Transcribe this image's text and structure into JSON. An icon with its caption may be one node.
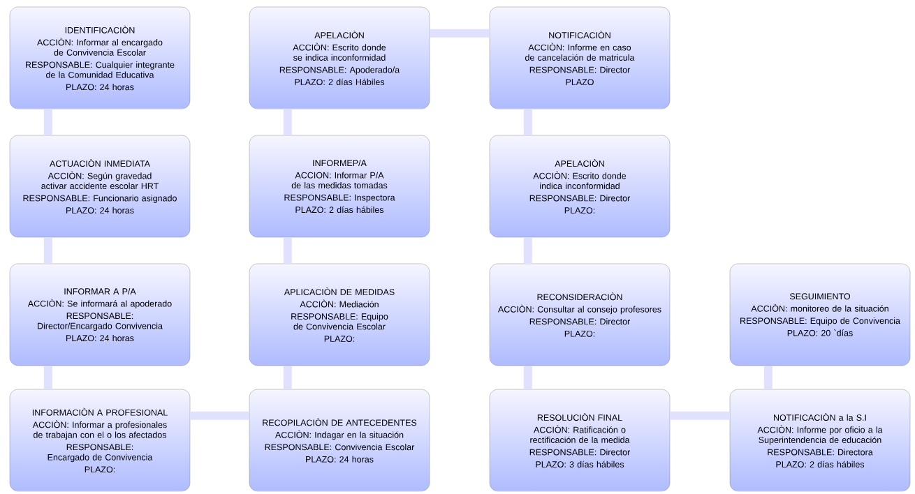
{
  "diagram": {
    "nodes": [
      {
        "text": [
          "IDENTIFICACIÒN",
          "ACCIÒN: Informar al encargado de Convivencia Escolar",
          "RESPONSABLE: Cualquier integrante de la Comunidad Educativa",
          "PLAZO: 24 horas"
        ]
      },
      {
        "text": [
          "ACTUACIÒN INMEDIATA",
          "ACCIÒN: Según gravedad activar accidente escolar HRT",
          "RESPONSABLE: Funcionario asignado",
          "PLAZO: 24 horas"
        ]
      },
      {
        "text": [
          "INFORMAR A P/A",
          "ACCIÒN: Se informará al apoderado",
          "RESPONSABLE: Director/Encargado Convivencia",
          "PLAZO: 24 horas"
        ]
      },
      {
        "text": [
          "INFORMACIÒN A PROFESIONAL",
          "ACCIÒN: Informar a profesionales de trabajan con el o los afectados",
          "RESPONSABLE: Encargado de Convivencia",
          "PLAZO:"
        ]
      },
      {
        "text": [
          "APELACIÒN",
          "ACCIÒN: Escrito donde se indica inconformidad",
          "RESPONSABLE: Apoderado/a",
          "PLAZO: 2 días Hábiles"
        ]
      },
      {
        "text": [
          "INFORMEP/A",
          "ACCION: Informar P/A de las medidas tomadas",
          "RESPONSABLE: Inspectora",
          "PLAZO: 2 días hábiles"
        ]
      },
      {
        "text": [
          "APLICACIÒN DE MEDIDAS",
          "ACCIÒN: Mediación",
          "RESPONSABLE: Equipo de Convivencia Escolar",
          "PLAZO:"
        ]
      },
      {
        "text": [
          "RECOPILACIÒN DE ANTECEDENTES",
          "ACCIÒN: Indagar en la situación",
          "RESPONSABLE: Convivencia Escolar",
          "PLAZO: 24 horas"
        ]
      },
      {
        "text": [
          "NOTIFICACIÒN",
          "ACCIÒN: Informe en caso de cancelación de matricula",
          "RESPONSABLE: Director",
          "PLAZO"
        ]
      },
      {
        "text": [
          "APELACIÒN",
          "ACCIÒN: Escrito donde indica inconformidad",
          "RESPONSABLE: Director",
          "PLAZO:"
        ]
      },
      {
        "text": [
          "RECONSIDERACIÒN",
          "ACCIÒN: Consultar al consejo profesores",
          "RESPONSABLE: Director",
          "PLAZO:"
        ]
      },
      {
        "text": [
          "RESOLUCIÒN FINAL",
          "ACCIÒN: Ratificación o rectificación de la medida",
          "RESPONSABLE: Director",
          "PLAZO: 3 días hábiles"
        ]
      },
      {
        "text": [
          "SEGUIMIENTO",
          "ACCIÒN: monitoreo de la situación",
          "RESPONSABLE: Equipo de Convivencia",
          "PLAZO: 20 `días"
        ]
      },
      {
        "text": [
          "NOTIFICACIÒN a la S.I",
          "ACCIÒN: Informe por oficio a la Superintendencia de educación",
          "RESPONSABLE: Directora",
          "PLAZO: 2 días hábiles"
        ]
      }
    ],
    "edges": [
      {
        "from": 0,
        "to": 1,
        "arrow": "none"
      },
      {
        "from": 1,
        "to": 2,
        "arrow": "none"
      },
      {
        "from": 2,
        "to": 3,
        "arrow": "none"
      },
      {
        "from": 3,
        "to": 7,
        "arrow": "none"
      },
      {
        "from": 7,
        "to": 6,
        "arrow": "none"
      },
      {
        "from": 6,
        "to": 5,
        "arrow": "none"
      },
      {
        "from": 5,
        "to": 4,
        "arrow": "none"
      },
      {
        "from": 4,
        "to": 8,
        "arrow": "none"
      },
      {
        "from": 8,
        "to": 9,
        "arrow": "none"
      },
      {
        "from": 9,
        "to": 10,
        "arrow": "none"
      },
      {
        "from": 10,
        "to": 11,
        "arrow": "none"
      },
      {
        "from": 11,
        "to": 13,
        "arrow": "none"
      },
      {
        "from": 13,
        "to": 12,
        "arrow": "none"
      }
    ]
  }
}
